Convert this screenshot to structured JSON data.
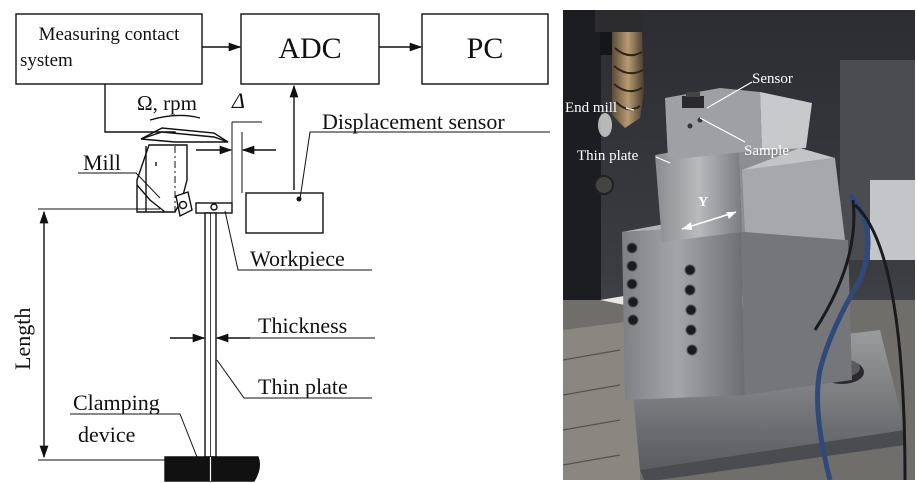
{
  "schematic": {
    "boxes": {
      "measuring_line1": "Measuring contact",
      "measuring_line2": "system",
      "adc": "ADC",
      "pc": "PC"
    },
    "labels": {
      "speed": "Ω, rpm",
      "delta": "Δ",
      "displacement_sensor": "Displacement sensor",
      "mill": "Mill",
      "workpiece": "Workpiece",
      "thickness": "Thickness",
      "thin_plate": "Thin plate",
      "length": "Length",
      "clamping_line1": "Clamping",
      "clamping_line2": "device"
    }
  },
  "photo": {
    "labels": {
      "sensor": "Sensor",
      "end_mill": "End mill",
      "sample": "Sample",
      "thin_plate": "Thin plate",
      "y_axis": "Y"
    }
  }
}
